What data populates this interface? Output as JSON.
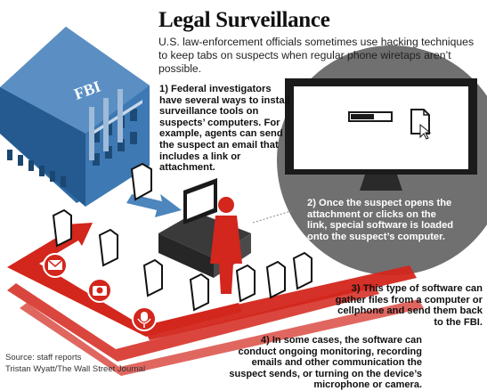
{
  "header": {
    "title": "Legal Surveillance",
    "subtitle": "U.S. law-enforcement officials sometimes use hacking techniques to keep tabs on suspects when regular phone wiretaps aren’t possible."
  },
  "building": {
    "sign": "FBI"
  },
  "steps": [
    {
      "text": "1) Federal investigators have several ways to install surveillance tools on suspects’ computers. For example, agents can send the suspect an email that includes a link or attachment."
    },
    {
      "text": "2) Once the suspect opens the attachment or clicks on the link, special software is loaded onto the suspect’s computer."
    },
    {
      "text": "3) This type of software can gather files from a computer or cellphone and send them back to the FBI."
    },
    {
      "text": "4) In some cases, the software can conduct ongoing monitoring, recording emails and other communication the suspect sends, or turning on the device’s microphone or camera."
    }
  ],
  "credits": {
    "source": "Source: staff reports",
    "byline": "Tristan Wyatt/The Wall Street Journal"
  },
  "icons": {
    "email": "envelope-icon",
    "camera": "camera-icon",
    "microphone": "microphone-icon",
    "document": "document-icon",
    "cursor": "cursor-icon"
  },
  "colors": {
    "accent_red": "#d3261c",
    "building_blue": "#2f6aa4",
    "arrow_blue": "#4d86bd",
    "magnifier_gray": "#6b6b6b"
  }
}
